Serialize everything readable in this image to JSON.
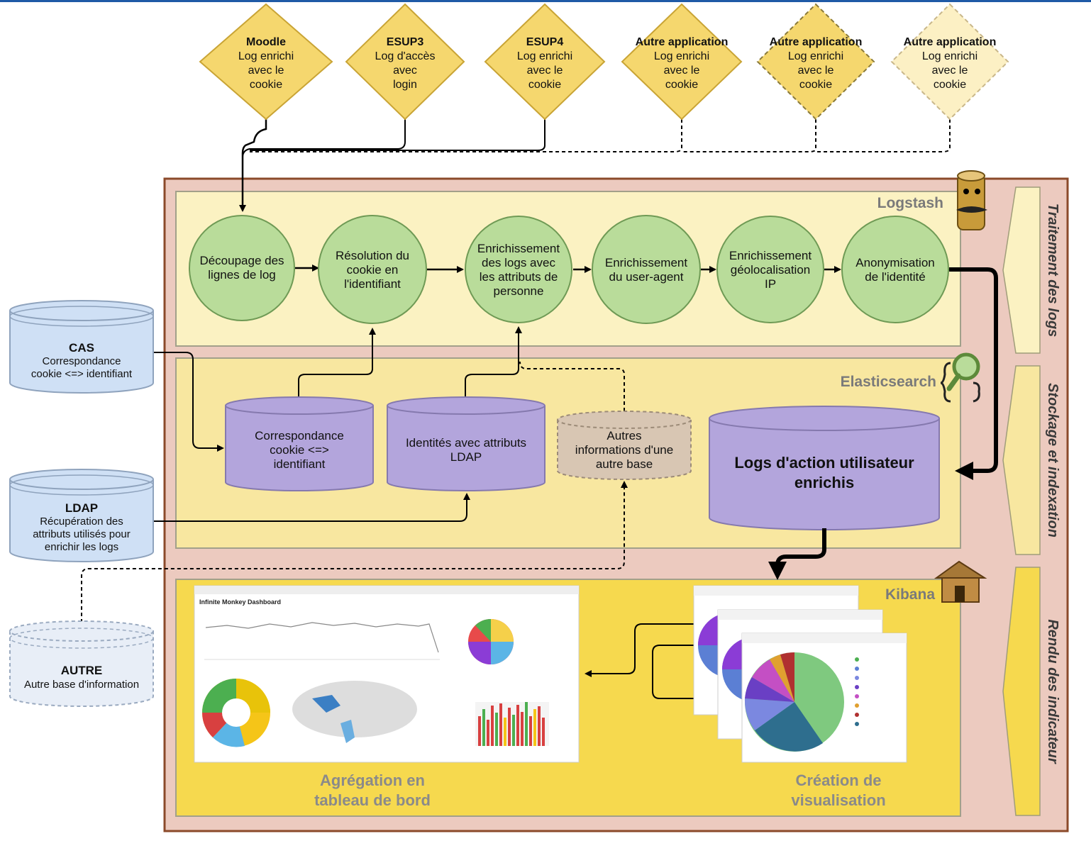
{
  "sources": [
    {
      "lines": [
        "Moodle",
        "Log enrichi",
        "avec le",
        "cookie"
      ],
      "style": "solid"
    },
    {
      "lines": [
        "ESUP3",
        "Log d'accès",
        "avec",
        "login"
      ],
      "style": "solid"
    },
    {
      "lines": [
        "ESUP4",
        "Log enrichi",
        "avec le",
        "cookie"
      ],
      "style": "solid"
    },
    {
      "lines": [
        "Autre application",
        "Log enrichi",
        "avec le",
        "cookie"
      ],
      "style": "solid"
    },
    {
      "lines": [
        "Autre application",
        "Log enrichi",
        "avec le",
        "cookie"
      ],
      "style": "dashed"
    },
    {
      "lines": [
        "Autre application",
        "Log enrichi",
        "avec le",
        "cookie"
      ],
      "style": "faded"
    }
  ],
  "logstash": {
    "title": "Logstash",
    "steps": [
      [
        "Découpage des",
        "lignes de log"
      ],
      [
        "Résolution du",
        "cookie en",
        "l'identifiant"
      ],
      [
        "Enrichissement",
        "des logs avec",
        "les attributs de",
        "personne"
      ],
      [
        "Enrichissement",
        "du user-agent"
      ],
      [
        "Enrichissement",
        "géolocalisation",
        "IP"
      ],
      [
        "Anonymisation",
        "de l'identité"
      ]
    ]
  },
  "elasticsearch": {
    "title": "Elasticsearch",
    "stores": [
      [
        "Correspondance",
        "cookie <=>",
        "identifiant"
      ],
      [
        "Identités avec attributs",
        "LDAP"
      ],
      [
        "Autres",
        "informations d'une",
        "autre base"
      ]
    ],
    "main_store": [
      "Logs d'action utilisateur",
      "enrichis"
    ]
  },
  "kibana": {
    "title": "Kibana",
    "dashboard_caption": [
      "Agrégation en",
      "tableau de bord"
    ],
    "visualisation_caption": [
      "Création de",
      "visualisation"
    ],
    "dashboard_title": "Infinite Monkey Dashboard"
  },
  "external": [
    {
      "lines": [
        "CAS",
        "Correspondance",
        "cookie <=> identifiant"
      ],
      "style": "solid"
    },
    {
      "lines": [
        "LDAP",
        "Récupération des",
        "attributs utilisés pour",
        "enrichir les logs"
      ],
      "style": "solid"
    },
    {
      "lines": [
        "AUTRE",
        "Autre base d'information"
      ],
      "style": "dashed"
    }
  ],
  "stages": [
    "Traitement des logs",
    "Stockage et indexation",
    "Rendu des indicateur"
  ],
  "colors": {
    "diamond": "#f5d76e",
    "circle": "#b9dc9a",
    "purple": "#b3a5dc",
    "blue_db": "#cfe0f5",
    "outer": "#eccabf",
    "band_light": "#fbf2c2",
    "band_mid": "#f8e7a0",
    "band_kibana": "#f6d94e"
  }
}
